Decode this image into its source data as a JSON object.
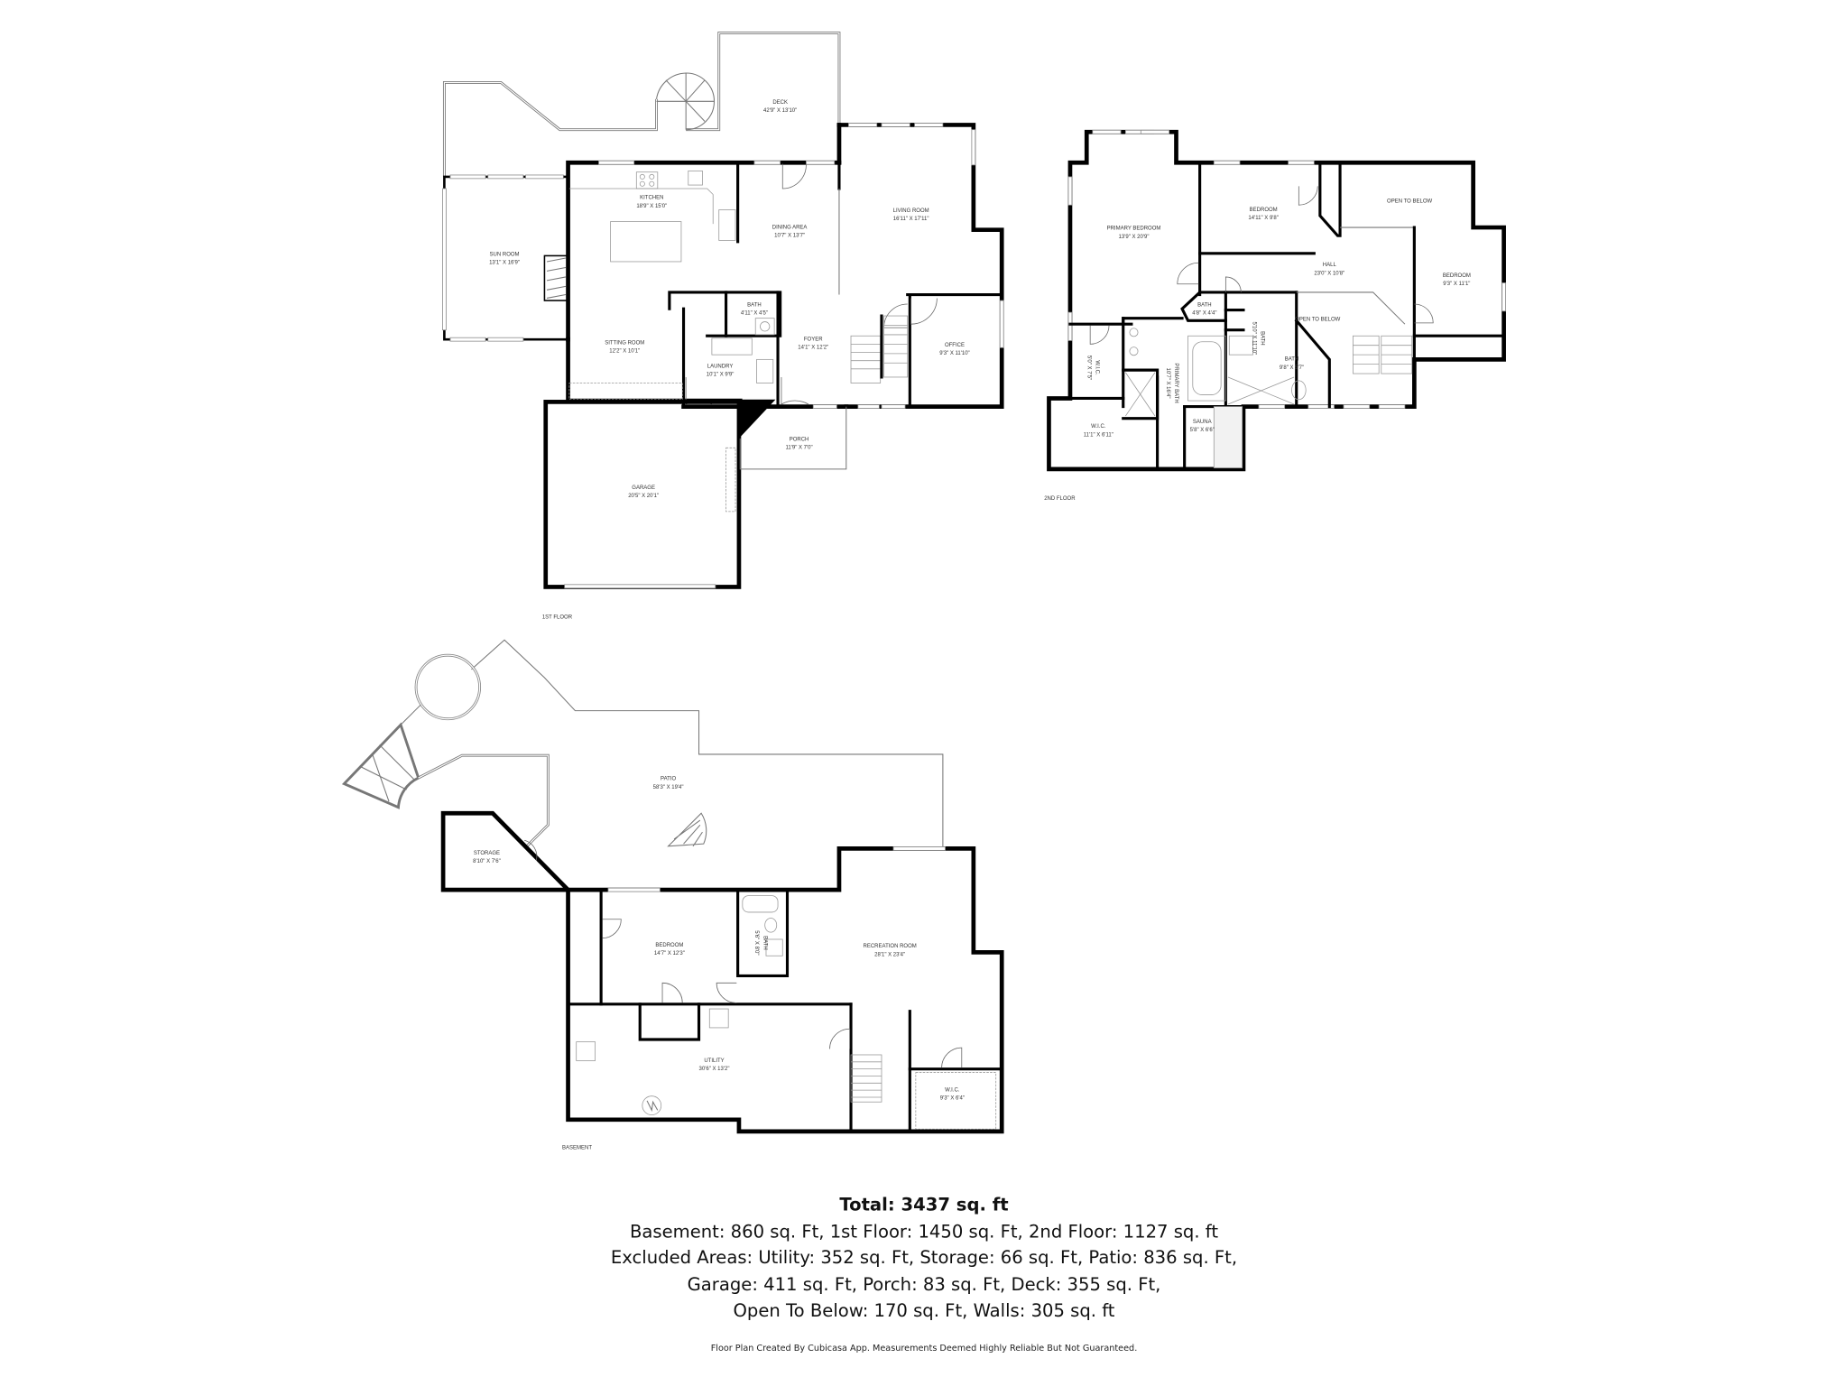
{
  "floors": {
    "first": {
      "label": "1ST FLOOR",
      "rooms": [
        {
          "name": "DECK",
          "dims": "42'9\" X 13'10\""
        },
        {
          "name": "KITCHEN",
          "dims": "18'9\" X 15'0\""
        },
        {
          "name": "SUN ROOM",
          "dims": "13'1\" X 16'9\""
        },
        {
          "name": "DINING AREA",
          "dims": "10'7\" X 13'7\""
        },
        {
          "name": "LIVING ROOM",
          "dims": "16'11\" X 17'11\""
        },
        {
          "name": "SITTING ROOM",
          "dims": "12'2\" X 10'1\""
        },
        {
          "name": "BATH",
          "dims": "4'11\" X 4'5\""
        },
        {
          "name": "FOYER",
          "dims": "14'1\" X 12'2\""
        },
        {
          "name": "LAUNDRY",
          "dims": "10'1\" X 9'9\""
        },
        {
          "name": "OFFICE",
          "dims": "9'3\" X 11'10\""
        },
        {
          "name": "PORCH",
          "dims": "11'9\" X 7'0\""
        },
        {
          "name": "GARAGE",
          "dims": "20'5\" X 20'1\""
        }
      ]
    },
    "second": {
      "label": "2ND FLOOR",
      "rooms": [
        {
          "name": "PRIMARY BEDROOM",
          "dims": "13'9\" X 20'9\""
        },
        {
          "name": "BEDROOM",
          "dims": "14'11\" X 9'8\""
        },
        {
          "name": "OPEN TO BELOW",
          "dims": ""
        },
        {
          "name": "HALL",
          "dims": "23'0\" X 10'8\""
        },
        {
          "name": "BEDROOM",
          "dims": "9'3\" X 11'1\""
        },
        {
          "name": "BATH",
          "dims": "4'8\" X 4'4\""
        },
        {
          "name": "BATH",
          "dims": "5'10\" X 11'10\""
        },
        {
          "name": "OPEN TO BELOW",
          "dims": ""
        },
        {
          "name": "BATH",
          "dims": "9'8\" X 5'7\""
        },
        {
          "name": "W.I.C.",
          "dims": "5'0\" X 7'5\""
        },
        {
          "name": "PRIMARY BATH",
          "dims": "10'7\" X 16'4\""
        },
        {
          "name": "SAUNA",
          "dims": "5'8\" X 6'6\""
        },
        {
          "name": "W.I.C.",
          "dims": "11'1\" X 6'11\""
        }
      ]
    },
    "basement": {
      "label": "BASEMENT",
      "rooms": [
        {
          "name": "PATIO",
          "dims": "58'3\" X 19'4\""
        },
        {
          "name": "STORAGE",
          "dims": "8'10\" X 7'6\""
        },
        {
          "name": "BEDROOM",
          "dims": "14'7\" X 12'3\""
        },
        {
          "name": "BATH",
          "dims": "5'6\" X 8'0\""
        },
        {
          "name": "RECREATION ROOM",
          "dims": "28'1\" X 23'4\""
        },
        {
          "name": "UTILITY",
          "dims": "30'6\" X 13'2\""
        },
        {
          "name": "W.I.C.",
          "dims": "9'3\" X 6'4\""
        }
      ]
    }
  },
  "summary": {
    "total": "Total: 3437 sq. ft",
    "lines": [
      "Basement: 860 sq. Ft, 1st Floor: 1450 sq. Ft, 2nd Floor: 1127 sq. ft",
      "Excluded Areas: Utility: 352 sq. Ft, Storage: 66 sq. Ft, Patio: 836 sq. Ft,",
      "Garage: 411 sq. Ft, Porch: 83 sq. Ft, Deck: 355 sq. Ft,",
      "Open To Below: 170 sq. Ft, Walls: 305 sq. ft"
    ],
    "credit": "Floor Plan Created By Cubicasa App. Measurements Deemed Highly Reliable But Not Guaranteed."
  },
  "colors": {
    "walls": "#000000",
    "background": "#ffffff",
    "outline": "#777777"
  }
}
